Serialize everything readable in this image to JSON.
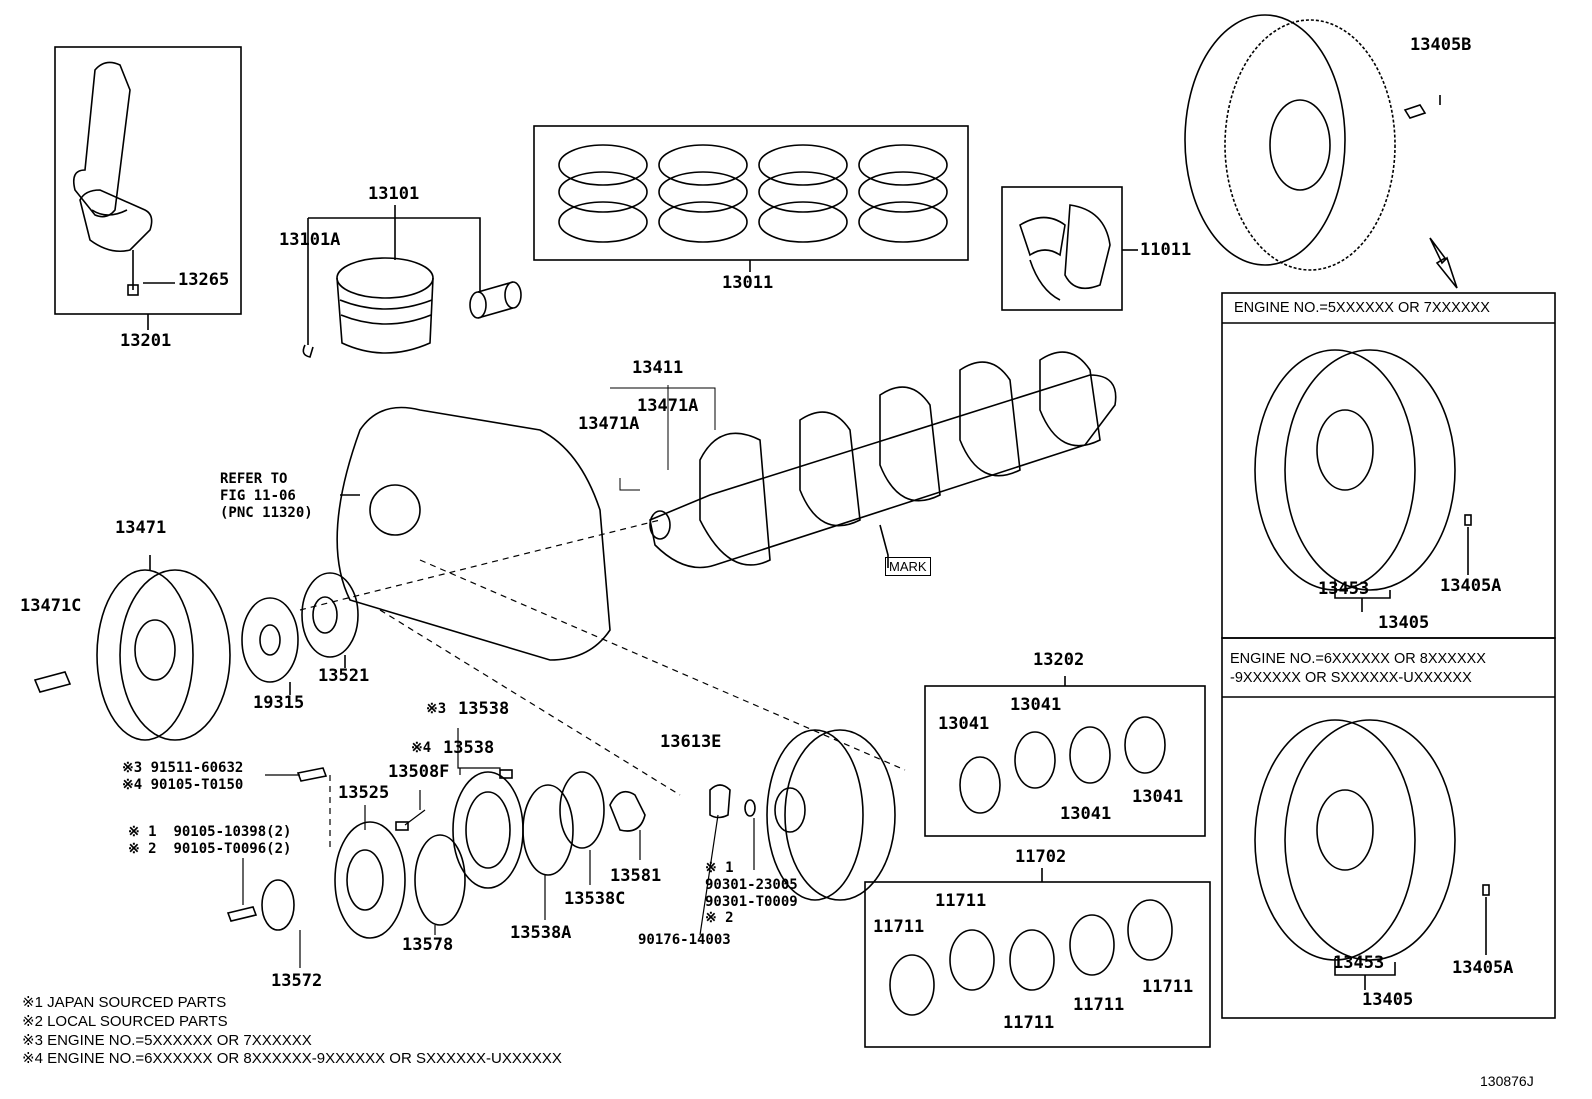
{
  "diagram": {
    "figure_id": "130876J",
    "callouts": {
      "conn_rod_assy": "13201",
      "conn_rod_bolt": "13265",
      "piston": "13101",
      "piston_pin_clip": "13101A",
      "piston_ring_set": "13011",
      "thrust_washer": "11011",
      "flywheel_bolt": "13405B",
      "crankshaft_key_group": "13411",
      "key_a_left": "13471A",
      "key_a_right": "13471A",
      "crank_pulley": "13471",
      "pulley_bolt": "13471C",
      "timing_pulley_plate": "19315",
      "crank_sprocket": "13521",
      "con_rod_bearing_set": "13202",
      "bearing_1": "13041",
      "bearing_2": "13041",
      "bearing_3": "13041",
      "bearing_4": "13041",
      "crank_bearing_set": "11702",
      "main_bearing_1": "11711",
      "main_bearing_2": "11711",
      "main_bearing_3": "11711",
      "main_bearing_4": "11711",
      "main_bearing_5": "11711",
      "flywheel_gear": "13613E",
      "balancer_gear_a": "13538",
      "balancer_gear_b": "13538",
      "pin": "13508F",
      "gear_13525": "13525",
      "snap_ring": "13578",
      "plate_13572": "13572",
      "washer_13538a": "13538A",
      "ring_13538c": "13538C",
      "bushing_13581": "13581",
      "plug_90176": "90176-14003",
      "flywheel_a_ring": "13453",
      "flywheel_a": "13405",
      "flywheel_a_pin": "13405A",
      "flywheel_b_ring": "13453",
      "flywheel_b": "13405",
      "flywheel_b_pin": "13405A"
    },
    "mark_label": "MARK",
    "refer_to": "REFER TO\nFIG 11-06\n(PNC 11320)",
    "bolt_variants_top": "※3 91511-60632\n※4 90105-T0150",
    "bolt_variants_bottom": "※ 1  90105-10398(2)\n※ 2  90105-T0096(2)",
    "washer_variants": "※ 1\n90301-23005\n90301-T0009\n※ 2",
    "marker_3": "※3",
    "marker_4": "※4",
    "box_engine_5_7": "ENGINE NO.=5XXXXXX OR 7XXXXXX",
    "box_engine_6_8": "ENGINE NO.=6XXXXXX OR 8XXXXXX\n-9XXXXXX OR SXXXXXX-UXXXXXX",
    "legend": [
      "※1 JAPAN SOURCED PARTS",
      "※2 LOCAL SOURCED PARTS",
      "※3 ENGINE NO.=5XXXXXX OR 7XXXXXX",
      "※4 ENGINE NO.=6XXXXXX OR 8XXXXXX-9XXXXXX OR SXXXXXX-UXXXXXX"
    ]
  }
}
